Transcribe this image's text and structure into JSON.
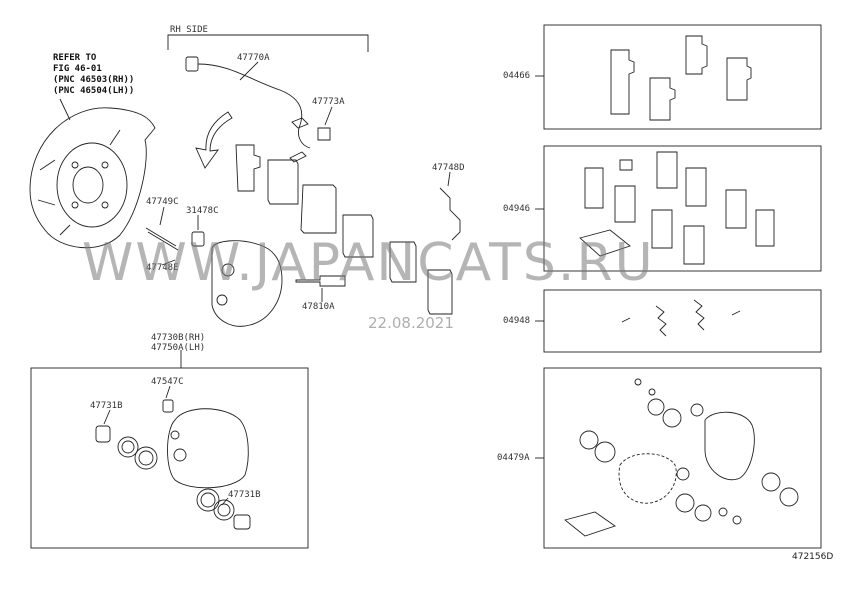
{
  "header": {
    "side_label": "RH SIDE",
    "refer_line1": "REFER TO",
    "refer_line2": "FIG 46-01",
    "refer_line3": "(PNC 46503(RH))",
    "refer_line4": "(PNC 46504(LH))"
  },
  "parts": {
    "p47770A": "47770A",
    "p47773A": "47773A",
    "p47748D": "47748D",
    "p47749C": "47749C",
    "p31478C": "31478C",
    "p47748E": "47748E",
    "p47810A": "47810A",
    "p47730B": "47730B(RH)",
    "p47750A": "47750A(LH)",
    "p47547C": "47547C",
    "p47731B_top": "47731B",
    "p47731B_bottom": "47731B"
  },
  "kits": {
    "k04466": "04466",
    "k04946": "04946",
    "k04948": "04948",
    "k04479A": "04479A"
  },
  "overlay": {
    "watermark": "WWW.JAPANCATS.RU",
    "date": "22.08.2021"
  },
  "figure_id": "472156D"
}
